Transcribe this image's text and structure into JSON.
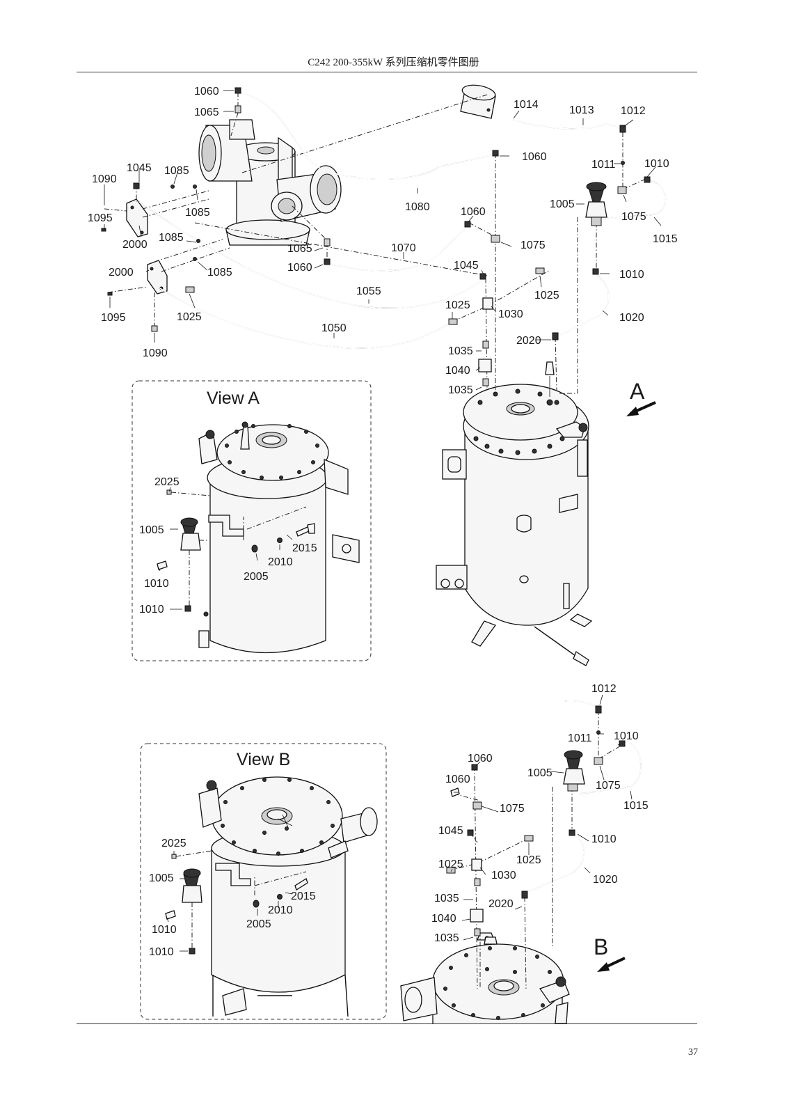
{
  "header": {
    "title": "C242 200-355kW 系列压缩机零件图册",
    "page_number": "37"
  },
  "view_a": {
    "title": "View A"
  },
  "view_b": {
    "title": "View B"
  },
  "arrows": {
    "a": "A",
    "b": "B"
  },
  "labels": {
    "l1060a": "1060",
    "l1065a": "1065",
    "l1014": "1014",
    "l1013": "1013",
    "l1012a": "1012",
    "l1060b": "1060",
    "l1011a": "1011",
    "l1010a": "1010",
    "l1090a": "1090",
    "l1045a": "1045",
    "l1085a": "1085",
    "l1080": "1080",
    "l1005a": "1005",
    "l1075a": "1075",
    "l1095a": "1095",
    "l1085b": "1085",
    "l1060c": "1060",
    "l1015a": "1015",
    "l2000a": "2000",
    "l1085c": "1085",
    "l1065b": "1065",
    "l1070": "1070",
    "l1075b": "1075",
    "l1060d": "1060",
    "l1045b": "1045",
    "l1010b": "1010",
    "l2000b": "2000",
    "l1085d": "1085",
    "l1055": "1055",
    "l1025a": "1025",
    "l1025b": "1025",
    "l1030a": "1030",
    "l1095b": "1095",
    "l1025c": "1025",
    "l1020a": "1020",
    "l1050": "1050",
    "l2020a": "2020",
    "l1035a": "1035",
    "l1090b": "1090",
    "l1040a": "1040",
    "l1035b": "1035",
    "va2025": "2025",
    "va1005": "1005",
    "va2015": "2015",
    "va2010": "2010",
    "va2005": "2005",
    "va1010a": "1010",
    "va1010b": "1010",
    "vb2025": "2025",
    "vb1005": "1005",
    "vb2015": "2015",
    "vb2010": "2010",
    "vb2005": "2005",
    "vb1010a": "1010",
    "vb1010b": "1010",
    "b1012": "1012",
    "b1011": "1011",
    "b1010a": "1010",
    "b1060a": "1060",
    "b1005": "1005",
    "b1075a": "1075",
    "b1060b": "1060",
    "b1015": "1015",
    "b1075b": "1075",
    "b1045": "1045",
    "b1010b": "1010",
    "b1025a": "1025",
    "b1025b": "1025",
    "b1030": "1030",
    "b1020": "1020",
    "b1035a": "1035",
    "b2020": "2020",
    "b1040": "1040",
    "b1035b": "1035"
  }
}
